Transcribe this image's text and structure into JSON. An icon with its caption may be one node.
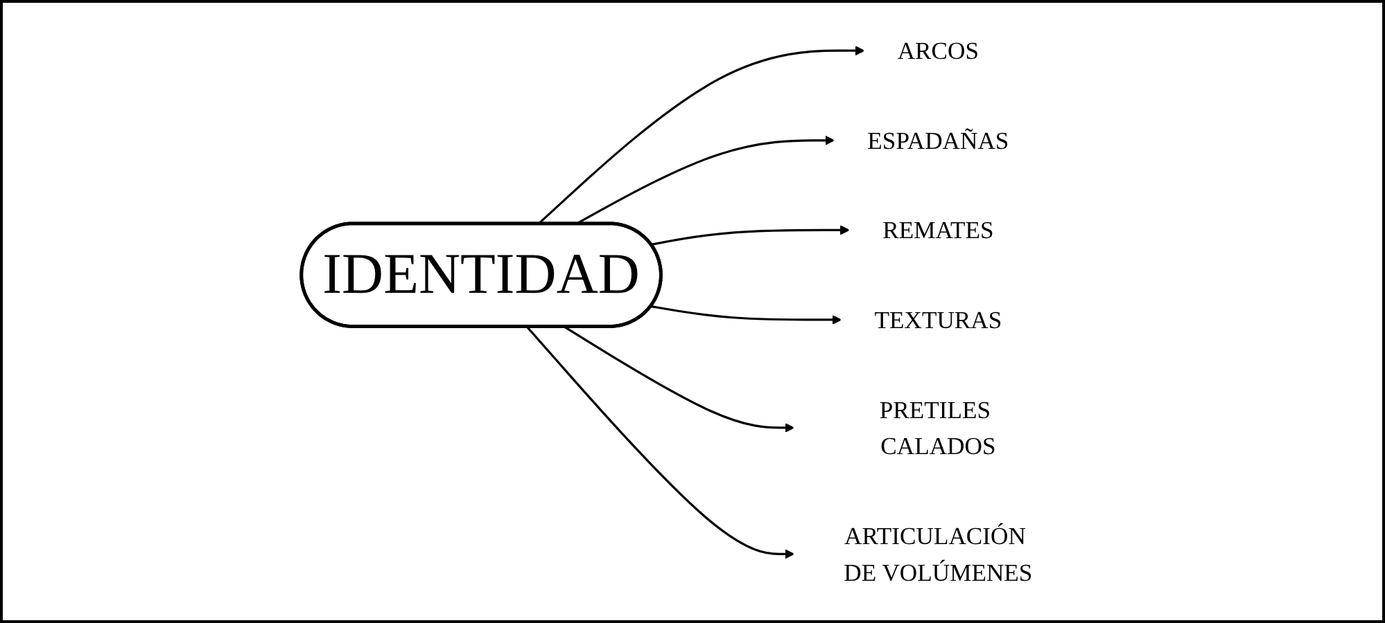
{
  "diagram": {
    "nodes": [
      {
        "text": [
          "ARCOS"
        ]
      },
      {
        "text": [
          "ESPADAÑAS"
        ]
      },
      {
        "text": [
          "IDENTIDAD"
        ]
      },
      {
        "text": [
          "REMATES"
        ]
      },
      {
        "text": [
          "TEXTURAS"
        ]
      },
      {
        "text": [
          "PRETILES CALADOS"
        ]
      },
      {
        "text": [
          "ARTICULACIÓN DE VOLÚMENES"
        ]
      }
    ],
    "edges": [
      {
        "from": 2,
        "to": 0,
        "arrow": "to"
      },
      {
        "from": 2,
        "to": 1,
        "arrow": "to"
      },
      {
        "from": 2,
        "to": 3,
        "arrow": "to"
      },
      {
        "from": 2,
        "to": 4,
        "arrow": "to"
      },
      {
        "from": 2,
        "to": 5,
        "arrow": "to"
      },
      {
        "from": 2,
        "to": 6,
        "arrow": "to"
      }
    ]
  }
}
